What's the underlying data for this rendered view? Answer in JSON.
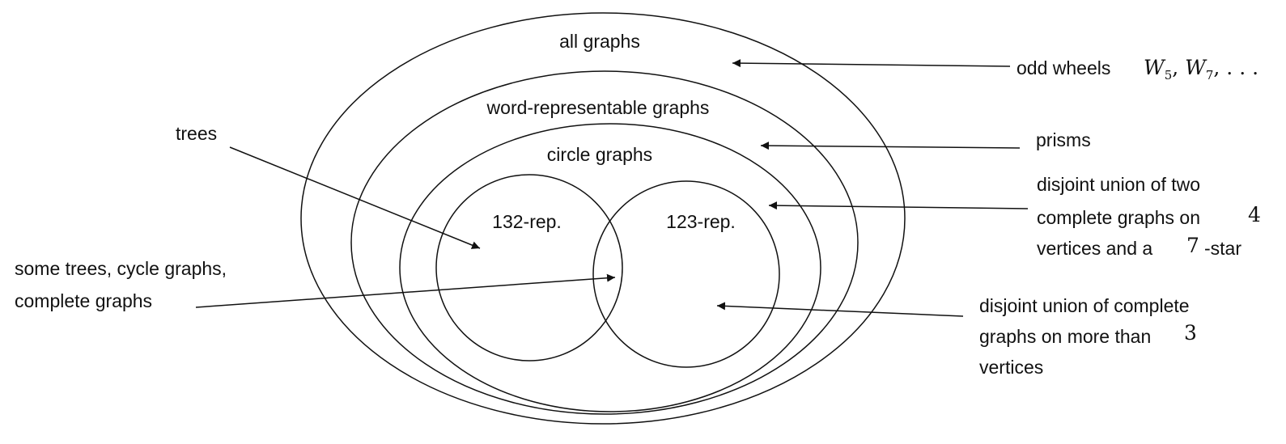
{
  "regions": {
    "all_graphs": "all graphs",
    "word_representable": "word-representable graphs",
    "circle_graphs": "circle graphs",
    "rep132": "132-rep.",
    "rep123": "123-rep."
  },
  "labels": {
    "odd_wheels": "odd wheels",
    "odd_wheels_math": {
      "w": "W",
      "sub5": "5",
      "comma1": ", ",
      "sub7": "7",
      "tail": ", . . ."
    },
    "trees": "trees",
    "prisms": "prisms",
    "disjoint_two": {
      "line1": "disjoint union of two",
      "line2": "complete graphs on",
      "num4": "4",
      "line3a": "vertices and a",
      "num7": "7",
      "line3b": "-star"
    },
    "some_trees": {
      "line1": "some trees, cycle graphs,",
      "line2": "complete graphs"
    },
    "disjoint_complete": {
      "line1": "disjoint union of complete",
      "line2": "graphs on more than",
      "num3": "3",
      "line3": "vertices"
    }
  }
}
